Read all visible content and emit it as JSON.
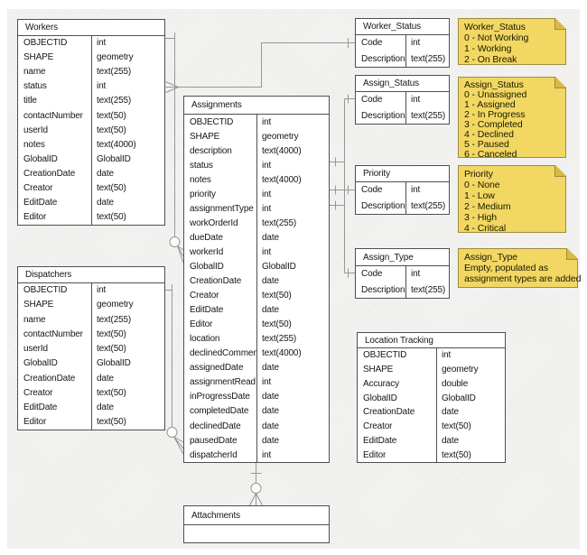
{
  "colors": {
    "canvas_bg": "#f1f0ee",
    "table_fill": "#ffffff",
    "table_border": "#4f4f4f",
    "connector_line": "#979797",
    "note_fill": "#f2d763",
    "note_fold": "#d8ba45",
    "note_border": "#9e8c40"
  },
  "tables": {
    "workers": {
      "title": "Workers",
      "rows": [
        [
          "OBJECTID",
          "int"
        ],
        [
          "SHAPE",
          "geometry"
        ],
        [
          "name",
          "text(255)"
        ],
        [
          "status",
          "int"
        ],
        [
          "title",
          "text(255)"
        ],
        [
          "contactNumber",
          "text(50)"
        ],
        [
          "userId",
          "text(50)"
        ],
        [
          "notes",
          "text(4000)"
        ],
        [
          "GlobalID",
          "GlobalID"
        ],
        [
          "CreationDate",
          "date"
        ],
        [
          "Creator",
          "text(50)"
        ],
        [
          "EditDate",
          "date"
        ],
        [
          "Editor",
          "text(50)"
        ]
      ]
    },
    "dispatchers": {
      "title": "Dispatchers",
      "rows": [
        [
          "OBJECTID",
          "int"
        ],
        [
          "SHAPE",
          "geometry"
        ],
        [
          "name",
          "text(255)"
        ],
        [
          "contactNumber",
          "text(50)"
        ],
        [
          "userId",
          "text(50)"
        ],
        [
          "GlobalID",
          "GlobalID"
        ],
        [
          "CreationDate",
          "date"
        ],
        [
          "Creator",
          "text(50)"
        ],
        [
          "EditDate",
          "date"
        ],
        [
          "Editor",
          "text(50)"
        ]
      ]
    },
    "assignments": {
      "title": "Assignments",
      "rows": [
        [
          "OBJECTID",
          "int"
        ],
        [
          "SHAPE",
          "geometry"
        ],
        [
          "description",
          "text(4000)"
        ],
        [
          "status",
          "int"
        ],
        [
          "notes",
          "text(4000)"
        ],
        [
          "priority",
          "int"
        ],
        [
          "assignmentType",
          "int"
        ],
        [
          "workOrderId",
          "text(255)"
        ],
        [
          "dueDate",
          "date"
        ],
        [
          "workerId",
          "int"
        ],
        [
          "GlobalID",
          "GlobalID"
        ],
        [
          "CreationDate",
          "date"
        ],
        [
          "Creator",
          "text(50)"
        ],
        [
          "EditDate",
          "date"
        ],
        [
          "Editor",
          "text(50)"
        ],
        [
          "location",
          "text(255)"
        ],
        [
          "declinedComment",
          "text(4000)"
        ],
        [
          "assignedDate",
          "date"
        ],
        [
          "assignmentRead",
          "int"
        ],
        [
          "inProgressDate",
          "date"
        ],
        [
          "completedDate",
          "date"
        ],
        [
          "declinedDate",
          "date"
        ],
        [
          "pausedDate",
          "date"
        ],
        [
          "dispatcherId",
          "int"
        ]
      ]
    },
    "worker_status": {
      "title": "Worker_Status",
      "rows": [
        [
          "Code",
          "int"
        ],
        [
          "Description",
          "text(255)"
        ]
      ]
    },
    "assign_status": {
      "title": "Assign_Status",
      "rows": [
        [
          "Code",
          "int"
        ],
        [
          "Description",
          "text(255)"
        ]
      ]
    },
    "priority": {
      "title": "Priority",
      "rows": [
        [
          "Code",
          "int"
        ],
        [
          "Description",
          "text(255)"
        ]
      ]
    },
    "assign_type": {
      "title": "Assign_Type",
      "rows": [
        [
          "Code",
          "int"
        ],
        [
          "Description",
          "text(255)"
        ]
      ]
    },
    "location_tracking": {
      "title": "Location Tracking",
      "rows": [
        [
          "OBJECTID",
          "int"
        ],
        [
          "SHAPE",
          "geometry"
        ],
        [
          "Accuracy",
          "double"
        ],
        [
          "GlobalID",
          "GlobalID"
        ],
        [
          "CreationDate",
          "date"
        ],
        [
          "Creator",
          "text(50)"
        ],
        [
          "EditDate",
          "date"
        ],
        [
          "Editor",
          "text(50)"
        ]
      ]
    },
    "attachments": {
      "title": "Attachments",
      "rows": [
        [
          "",
          ""
        ]
      ]
    }
  },
  "notes": {
    "worker_status": {
      "lines": [
        "Worker_Status",
        "0 - Not Working",
        "1 - Working",
        "2 - On Break"
      ]
    },
    "assign_status": {
      "lines": [
        "Assign_Status",
        "0 - Unassigned",
        "1 - Assigned",
        "2 - In Progress",
        "3 - Completed",
        "4 - Declined",
        "5 - Paused",
        "6 - Canceled"
      ]
    },
    "priority": {
      "lines": [
        "Priority",
        "0 - None",
        "1 - Low",
        "2 - Medium",
        "3 - High",
        "4 - Critical"
      ]
    },
    "assign_type": {
      "lines": [
        "Assign_Type",
        "Empty, populated as",
        "assignment types are added"
      ]
    }
  }
}
